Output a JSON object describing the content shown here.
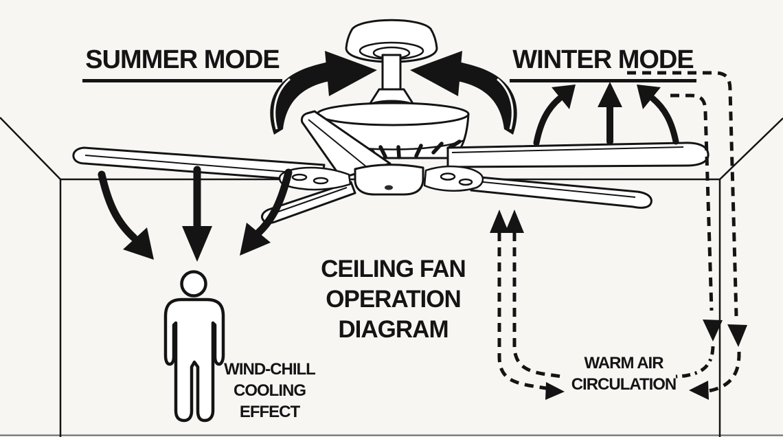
{
  "colors": {
    "background": "#f7f6f3",
    "line_color": "#141414"
  },
  "header": {
    "summer_mode_label": "SUMMER MODE",
    "winter_mode_label": "WINTER MODE"
  },
  "center_title": "CEILING FAN\nOPERATION\nDIAGRAM",
  "summer": {
    "effect_label": "WIND-CHILL\nCOOLING\nEFFECT"
  },
  "winter": {
    "circulation_label": "WARM AIR\nCIRCULATION"
  }
}
